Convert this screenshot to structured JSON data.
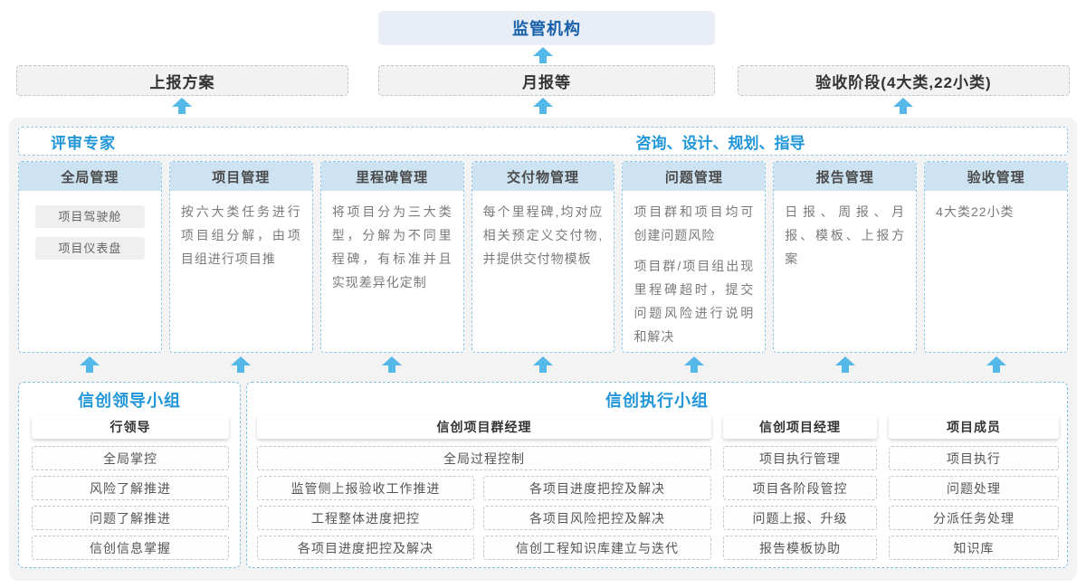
{
  "colors": {
    "accent_blue": "#2196d8",
    "dark_blue": "#1660ab",
    "arrow_blue": "#54b8e8",
    "column_header_bg": "#cee3f1",
    "panel_bg": "#f3f3f4"
  },
  "top": {
    "regulator": "监管机构",
    "channels": [
      {
        "label": "上报方案"
      },
      {
        "label": "月报等"
      },
      {
        "label": "验收阶段(4大类,22小类)"
      }
    ]
  },
  "platform": {
    "expert_label": "评审专家",
    "consult_label": "咨询、设计、规划、指导",
    "columns": [
      {
        "title": "全局管理",
        "tags": [
          "项目驾驶舱",
          "项目仪表盘"
        ]
      },
      {
        "title": "项目管理",
        "paragraphs": [
          "按六大类任务进行项目组分解，由项目组进行项目推"
        ]
      },
      {
        "title": "里程碑管理",
        "paragraphs": [
          "将项目分为三大类型，分解为不同里程碑，有标准并且实现差异化定制"
        ]
      },
      {
        "title": "交付物管理",
        "paragraphs": [
          "每个里程碑,均对应相关预定义交付物,并提供交付物模板"
        ]
      },
      {
        "title": "问题管理",
        "paragraphs": [
          "项目群和项目均可创建问题风险",
          "项目群/项目组出现里程碑超时，提交问题风险进行说明和解决"
        ]
      },
      {
        "title": "报告管理",
        "paragraphs": [
          "日报、周报、月报、模板、上报方案"
        ]
      },
      {
        "title": "验收管理",
        "paragraphs": [
          "4大类22小类"
        ]
      }
    ]
  },
  "groups": {
    "leadership": {
      "title": "信创领导小组",
      "role": "行领导",
      "items": [
        "全局掌控",
        "风险了解推进",
        "问题了解推进",
        "信创信息掌握"
      ]
    },
    "execution": {
      "title": "信创执行小组",
      "program_manager": {
        "role": "信创项目群经理",
        "full_item": "全局过程控制",
        "left_items": [
          "监管侧上报验收工作推进",
          "工程整体进度把控",
          "各项目进度把控及解决"
        ],
        "right_items": [
          "各项目进度把控及解决",
          "各项目风险把控及解决",
          "信创工程知识库建立与迭代"
        ]
      },
      "project_manager": {
        "role": "信创项目经理",
        "items": [
          "项目执行管理",
          "项目各阶段管控",
          "问题上报、升级",
          "报告模板协助"
        ]
      },
      "member": {
        "role": "项目成员",
        "items": [
          "项目执行",
          "问题处理",
          "分派任务处理",
          "知识库"
        ]
      }
    }
  }
}
